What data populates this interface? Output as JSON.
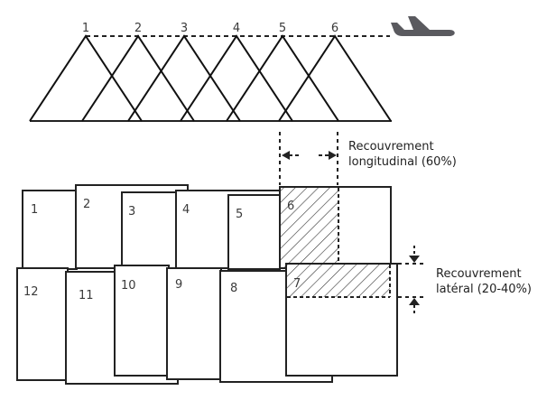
{
  "flight_line": {
    "exposure_labels": [
      "1",
      "2",
      "3",
      "4",
      "5",
      "6"
    ],
    "aircraft_icon": "airplane-icon",
    "line_color": "#111111",
    "aircraft_color": "#5a5a5f"
  },
  "photos": {
    "strip_1": [
      "1",
      "2",
      "3",
      "4",
      "5",
      "6"
    ],
    "strip_2": [
      "12",
      "11",
      "10",
      "9",
      "8",
      "7"
    ]
  },
  "annotations": {
    "longitudinal": {
      "line1": "Recouvrement",
      "line2": "longitudinal (60%)"
    },
    "lateral": {
      "line1": "Recouvrement",
      "line2": "latéral (20-40%)"
    }
  }
}
